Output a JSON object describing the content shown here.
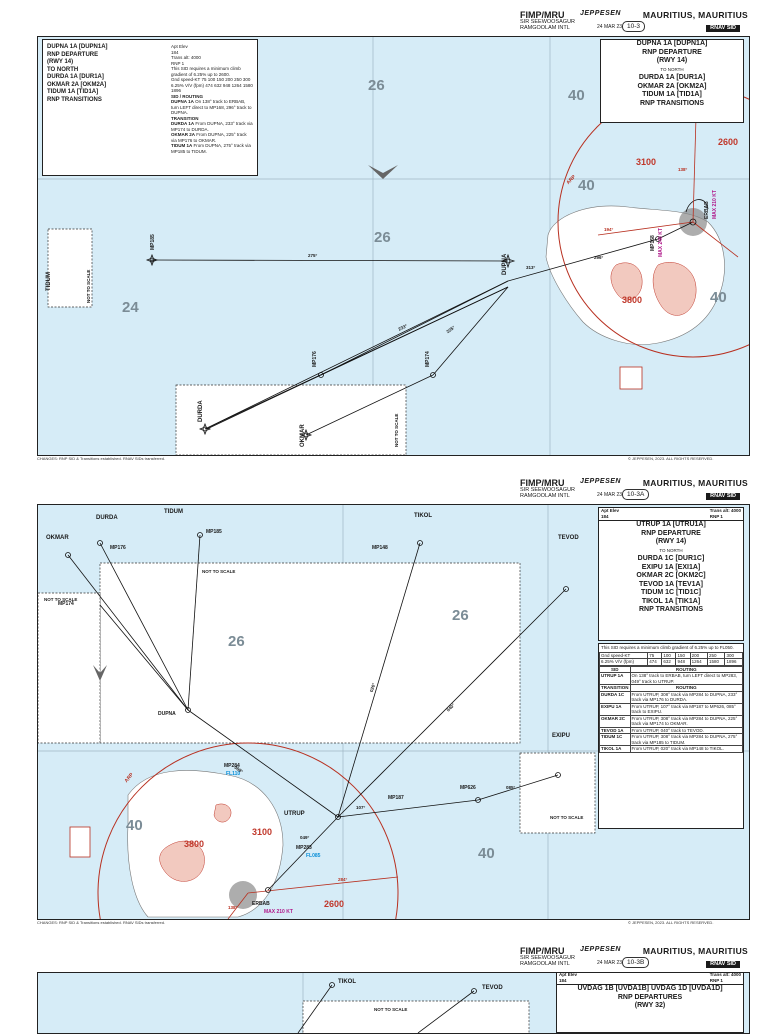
{
  "header": {
    "icao_iata": "FIMP/MRU",
    "airport_line1": "SIR SEEWOOSAGUR",
    "airport_line2": "RAMGOOLAM INTL",
    "brand": "JEPPESEN",
    "city": "MAURITIUS, MAURITIUS",
    "date": "24 MAR 23",
    "pages": [
      "10-3",
      "10-3A",
      "10-3B"
    ],
    "chart_type": "RNAV SID"
  },
  "chart1": {
    "title_lines": [
      "DUPNA 1A [DUPN1A]",
      "RNP DEPARTURE",
      "(RWY 14)"
    ],
    "to_north": "TO NORTH",
    "procedures": [
      "DURDA 1A [DUR1A]",
      "OKMAR 2A [OKM2A]",
      "TIDUM 1A [TID1A]"
    ],
    "transitions": "RNP TRANSITIONS",
    "apt_elev_label": "Apt Elev",
    "apt_elev": "184",
    "trans_alt": "Trans alt: 4000",
    "rnp": "RNP 1",
    "climb_note": "This SID requires a minimum climb gradient of 6.25% up to 2600.",
    "speed_row": [
      "Gnd speed-KT",
      "75",
      "100",
      "150",
      "200",
      "250",
      "300"
    ],
    "rate_row": [
      "6.25% V/V (fpm)",
      "474",
      "632",
      "948",
      "1264",
      "1580",
      "1896"
    ],
    "sid_header": "SID",
    "routing_header": "ROUTING",
    "transition_header": "TRANSITION",
    "routes": [
      {
        "name": "DUPNA 1A",
        "text": "On 138° track to ERBAB, turn LEFT direct to MP168, 296° track to DUPNA."
      },
      {
        "name": "DURDA 1A",
        "text": "From DUPNA, 233° track via MP174 to DURDA."
      },
      {
        "name": "OKMAR 2A",
        "text": "From DUPNA, 225° track via MP176 to OKMAR."
      },
      {
        "name": "TIDUM 1A",
        "text": "From DUPNA, 275° track via MP185 to TIDUM."
      }
    ],
    "waypoints": {
      "tidum": "TIDUM",
      "mp185": "MP185",
      "dupna": "DUPNA",
      "mp176": "MP176",
      "mp174": "MP174",
      "durda": "DURDA",
      "okmar": "OKMAR",
      "mp168": "MP168",
      "erbab": "ERBAB",
      "max240": "MAX 240 KT",
      "max210": "MAX 210 KT",
      "arp": "ARP"
    },
    "not_to_scale": "NOT TO SCALE",
    "grid": [
      "26",
      "26",
      "24",
      "40",
      "40",
      "40"
    ],
    "elev": [
      "3100",
      "2600",
      "3800"
    ],
    "tracks": [
      "275°",
      "296°",
      "233°",
      "225°",
      "138°",
      "194°",
      "313°"
    ],
    "changes": "CHANGES: RNP SID & Transitions established. RNAV SIDs transferred.",
    "copyright": "© JEPPESEN, 2023. ALL RIGHTS RESERVED."
  },
  "chart2": {
    "title_lines": [
      "UTRUP 1A [UTRU1A]",
      "RNP DEPARTURE",
      "(RWY 14)"
    ],
    "to_north": "TO NORTH",
    "procedures": [
      "DURDA 1C [DUR1C]",
      "EXIPU 1A [EXI1A]",
      "OKMAR 2C [OKM2C]",
      "TEVOD 1A [TEV1A]",
      "TIDUM 1C [TID1C]",
      "TIKOL 1A [TIK1A]"
    ],
    "transitions": "RNP TRANSITIONS",
    "apt_elev_label": "Apt Elev",
    "apt_elev": "184",
    "trans_alt": "Trans alt: 4000",
    "rnp": "RNP 1",
    "climb_note": "This SID requires a minimum climb gradient of 6.25% up to FL050.",
    "speed_row": [
      "Gnd speed-KT",
      "75",
      "100",
      "150",
      "200",
      "250",
      "300"
    ],
    "rate_row": [
      "6.25% V/V (fpm)",
      "474",
      "632",
      "948",
      "1264",
      "1580",
      "1896"
    ],
    "sid_header": "SID",
    "routing_header": "ROUTING",
    "transition_header": "TRANSITION",
    "sid_route": {
      "name": "UTRUP 1A",
      "text": "On 138° track to ERBAB, turn LEFT direct to MP283, 049° track to UTRUP."
    },
    "routes": [
      {
        "name": "DURDA 1C",
        "text": "From UTRUP, 308° track via MP284 to DUPNA, 233° track via MP176 to DURDA."
      },
      {
        "name": "EXIPU 1A",
        "text": "From UTRUP, 107° track via MP187 to MP626, 085° track to EXIPU."
      },
      {
        "name": "OKMAR 2C",
        "text": "From UTRUP, 308° track via MP284 to DUPNA, 225° track via MP174 to OKMAR."
      },
      {
        "name": "TEVOD 1A",
        "text": "From UTRUP, 040° track to TEVOD."
      },
      {
        "name": "TIDUM 1C",
        "text": "From UTRUP, 308° track via MP284 to DUPNA, 275° track via MP185 to TIDUM."
      },
      {
        "name": "TIKOL 1A",
        "text": "From UTRUP, 020° track via MP148 to TIKOL."
      }
    ],
    "waypoints": {
      "okmar": "OKMAR",
      "durda": "DURDA",
      "mp176": "MP176",
      "tidum": "TIDUM",
      "mp185": "MP185",
      "tikol": "TIKOL",
      "mp148": "MP148",
      "tevod": "TEVOD",
      "mp174": "MP174",
      "dupna": "DUPNA",
      "mp284": "MP284",
      "fl110": "FL110",
      "utrup": "UTRUP",
      "mp187": "MP187",
      "mp626": "MP626",
      "exipu": "EXIPU",
      "mp283": "MP283",
      "fl085": "FL085",
      "erbab": "ERBAB",
      "max210": "MAX 210 KT",
      "arp": "ARP"
    },
    "not_to_scale": "NOT TO SCALE",
    "grid": [
      "26",
      "26",
      "40",
      "40"
    ],
    "elev": [
      "3800",
      "3100",
      "2600"
    ],
    "tracks": [
      "308°",
      "020°",
      "040°",
      "107°",
      "085°",
      "138°",
      "049°",
      "284°"
    ],
    "changes": "CHANGES: RNP SID & Transitions established. RNAV SIDs transferred.",
    "copyright": "© JEPPESEN, 2023. ALL RIGHTS RESERVED."
  },
  "chart3": {
    "apt_elev_label": "Apt Elev",
    "apt_elev": "184",
    "trans_alt": "Trans alt: 4000",
    "rnp": "RNP 1",
    "title_line1": "UVDAG 1B [UVDA1B]   UVDAG 1D [UVDA1D]",
    "title_line2": "RNP DEPARTURES",
    "title_line3": "(RWY 32)",
    "waypoints": {
      "tikol": "TIKOL",
      "tevod": "TEVOD"
    },
    "not_to_scale": "NOT TO SCALE"
  },
  "colors": {
    "sea": "#d6ecf7",
    "land": "#ffffff",
    "terrain": "#f2c9bf",
    "arp_circle": "#b83020",
    "magenta": "#b0188a",
    "cyan": "#0a8fd8"
  }
}
